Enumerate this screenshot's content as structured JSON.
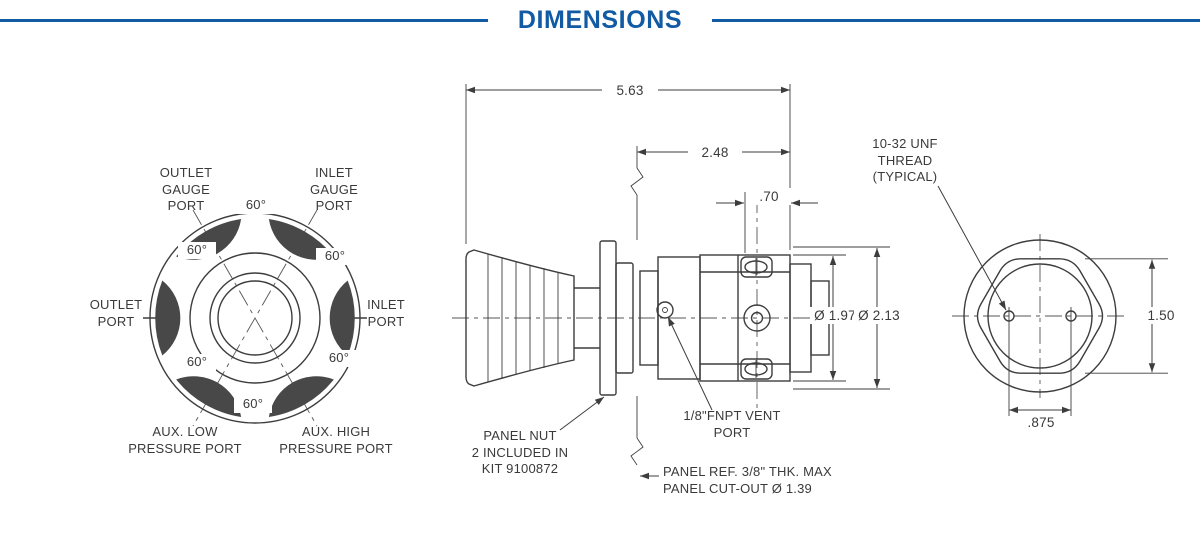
{
  "title": "DIMENSIONS",
  "colors": {
    "accent_blue": "#125ba4",
    "line_gray": "#3d3d3d"
  },
  "front_view": {
    "outlet_gauge_port": "OUTLET\nGAUGE\nPORT",
    "inlet_gauge_port": "INLET\nGAUGE\nPORT",
    "outlet_port": "OUTLET\nPORT",
    "inlet_port": "INLET\nPORT",
    "aux_low_pressure_port": "AUX. LOW\nPRESSURE PORT",
    "aux_high_pressure_port": "AUX. HIGH\nPRESSURE PORT",
    "port_angle": "60°"
  },
  "side_view": {
    "overall_length": "5.63",
    "front_of_panel_length": "2.48",
    "port_face_offset": ".70",
    "body_diameter": "Ø 1.97",
    "max_diameter": "Ø 2.13",
    "thread_note": "10-32 UNF\nTHREAD\n(TYPICAL)",
    "vent_port_note": "1/8\"FNPT VENT\nPORT",
    "panel_nut_note": "PANEL NUT\n2 INCLUDED IN\nKIT 9100872",
    "panel_ref_note": "PANEL REF. 3/8\" THK. MAX\nPANEL CUT-OUT  Ø 1.39"
  },
  "back_view": {
    "across_flats": "1.50",
    "mounting_hole_spacing": ".875"
  }
}
